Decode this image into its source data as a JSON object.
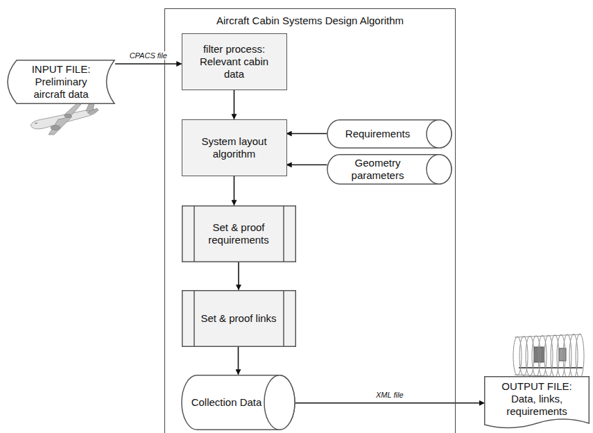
{
  "diagram": {
    "nodes": [
      {
        "text": [
          "INPUT FILE: Preliminary aircraft data"
        ]
      },
      {
        "text": [
          "Aircraft Cabin Systems Design Algorithm"
        ]
      },
      {
        "text": [
          "filter process: Relevant cabin data"
        ],
        "in": 1
      },
      {
        "text": [
          "System layout algorithm"
        ],
        "in": 1
      },
      {
        "text": [
          "Requirements"
        ],
        "in": 1
      },
      {
        "text": [
          "Geometry parameters"
        ],
        "in": 1
      },
      {
        "text": [
          "Set & proof requirements"
        ],
        "in": 1
      },
      {
        "text": [
          "Set & proof links"
        ],
        "in": 1
      },
      {
        "text": [
          "Collection Data"
        ],
        "in": 1
      },
      {
        "text": [
          "OUTPUT FILE: Data, links, requirements"
        ]
      }
    ],
    "edges": [
      {
        "from": 0,
        "to": 2,
        "label": "CPACS file",
        "arrow": "to"
      },
      {
        "from": 2,
        "to": 3,
        "arrow": "to"
      },
      {
        "from": 4,
        "to": 3,
        "arrow": "to"
      },
      {
        "from": 5,
        "to": 3,
        "arrow": "to"
      },
      {
        "from": 3,
        "to": 6,
        "arrow": "to"
      },
      {
        "from": 6,
        "to": 7,
        "arrow": "to"
      },
      {
        "from": 7,
        "to": 8,
        "arrow": "to"
      },
      {
        "from": 8,
        "to": 9,
        "label": "XML file",
        "arrow": "to"
      }
    ]
  }
}
